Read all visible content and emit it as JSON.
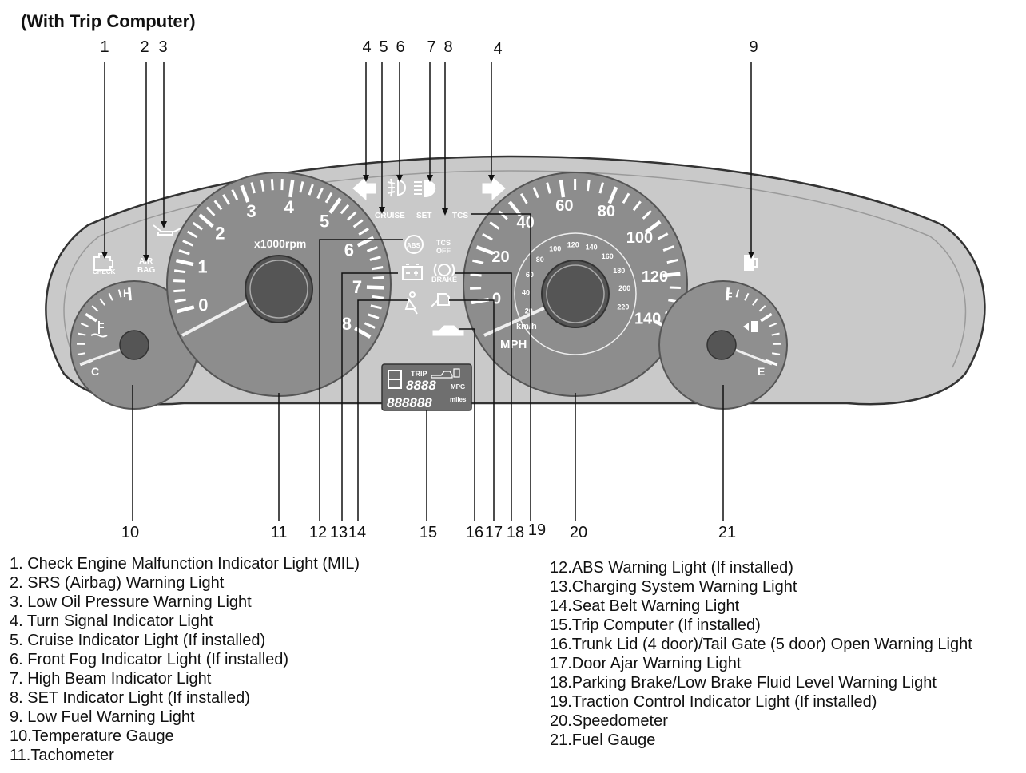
{
  "title": "(With Trip Computer)",
  "callouts_top": [
    "1",
    "2",
    "3",
    "4",
    "5",
    "6",
    "7",
    "8",
    "4",
    "9"
  ],
  "callouts_bottom": [
    "10",
    "11",
    "12",
    "13",
    "14",
    "15",
    "16",
    "17",
    "18",
    "19",
    "20",
    "21"
  ],
  "dial_labels": {
    "tach_numbers": [
      "0",
      "1",
      "2",
      "3",
      "4",
      "5",
      "6",
      "7",
      "8"
    ],
    "tach_unit": "x1000rpm",
    "speedo_mph": [
      "0",
      "20",
      "40",
      "60",
      "80",
      "100",
      "120",
      "140"
    ],
    "speedo_kmh": [
      "20",
      "40",
      "60",
      "80",
      "100",
      "120",
      "140",
      "160",
      "180",
      "200",
      "220"
    ],
    "speedo_unit_mph": "MPH",
    "speedo_unit_kmh": "km/h",
    "temp_hot": "H",
    "temp_cold": "C",
    "fuel_full": "F",
    "fuel_empty": "E"
  },
  "indicator_text": {
    "check": "CHECK",
    "air": "AIR",
    "bag": "BAG",
    "cruise": "CRUISE",
    "set": "SET",
    "tcs": "TCS",
    "tcs_off_1": "TCS",
    "tcs_off_2": "OFF",
    "abs": "ABS",
    "brake": "BRAKE"
  },
  "trip_display": {
    "trip": "TRIP",
    "digits_top": "8888",
    "mpg": "MPG",
    "digits_bottom": "888888",
    "miles": "miles"
  },
  "legend_left": [
    "1.  Check Engine Malfunction Indicator Light (MIL)",
    "2.  SRS (Airbag) Warning Light",
    "3.  Low Oil Pressure Warning Light",
    "4.  Turn Signal Indicator Light",
    "5.  Cruise Indicator Light (If installed)",
    "6.  Front Fog Indicator Light (If installed)",
    "7.  High Beam Indicator Light",
    "8.  SET Indicator Light (If installed)",
    "9.  Low Fuel Warning Light",
    "10.Temperature  Gauge",
    "11.Tachometer"
  ],
  "legend_right": [
    "12.ABS Warning Light (If installed)",
    "13.Charging System Warning Light",
    "14.Seat Belt Warning Light",
    "15.Trip Computer  (If installed)",
    "16.Trunk Lid (4 door)/Tail Gate (5 door)  Open Warning Light",
    "17.Door Ajar Warning Light",
    "18.Parking Brake/Low Brake Fluid Level Warning Light",
    "19.Traction Control Indicator Light (If installed)",
    "20.Speedometer",
    "21.Fuel Gauge"
  ]
}
